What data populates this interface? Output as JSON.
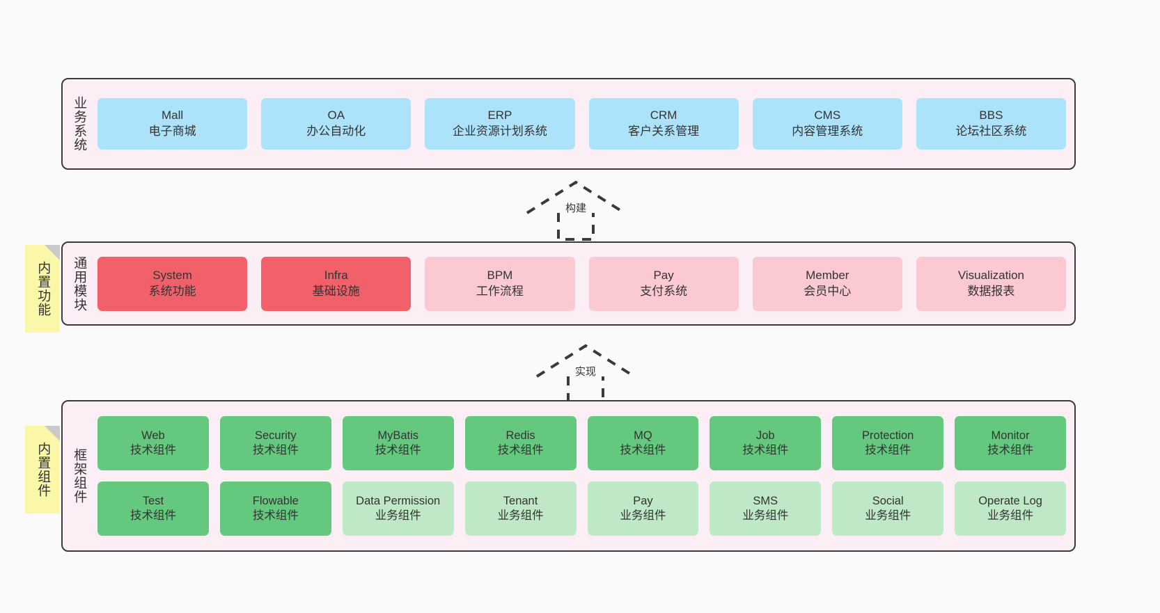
{
  "diagram": {
    "title": "ruoyi-vue-pro architecture layers",
    "background": "#fafafa",
    "colors": {
      "layer_fill": "#fbeef5",
      "layer_border": "#3a3a3a",
      "business_card": "#ace3fb",
      "module_active": "#f2606a",
      "module_plain": "#fbc9d1",
      "tech_component": "#64c97e",
      "biz_component": "#bfe8c6",
      "note_fill": "#fbf7a8",
      "note_fold": "#c9c9c9",
      "text": "#333333"
    }
  },
  "notes": [
    {
      "id": "builtin-features",
      "label": "内置功能"
    },
    {
      "id": "builtin-components",
      "label": "内置组件"
    }
  ],
  "connectors": [
    {
      "id": "build",
      "label": "构建",
      "style": "dashed-generalization",
      "direction": "up"
    },
    {
      "id": "implement",
      "label": "实现",
      "style": "dashed-generalization",
      "direction": "up"
    }
  ],
  "layers": [
    {
      "id": "business-systems",
      "title": "业务系统",
      "rows": [
        {
          "cards": [
            {
              "name": "Mall",
              "desc": "电子商城",
              "color": "blue"
            },
            {
              "name": "OA",
              "desc": "办公自动化",
              "color": "blue"
            },
            {
              "name": "ERP",
              "desc": "企业资源计划系统",
              "color": "blue"
            },
            {
              "name": "CRM",
              "desc": "客户关系管理",
              "color": "blue"
            },
            {
              "name": "CMS",
              "desc": "内容管理系统",
              "color": "blue"
            },
            {
              "name": "BBS",
              "desc": "论坛社区系统",
              "color": "blue"
            }
          ]
        }
      ]
    },
    {
      "id": "common-modules",
      "title": "通用模块",
      "rows": [
        {
          "cards": [
            {
              "name": "System",
              "desc": "系统功能",
              "color": "red"
            },
            {
              "name": "Infra",
              "desc": "基础设施",
              "color": "red"
            },
            {
              "name": "BPM",
              "desc": "工作流程",
              "color": "pink"
            },
            {
              "name": "Pay",
              "desc": "支付系统",
              "color": "pink"
            },
            {
              "name": "Member",
              "desc": "会员中心",
              "color": "pink"
            },
            {
              "name": "Visualization",
              "desc": "数据报表",
              "color": "pink"
            }
          ]
        }
      ]
    },
    {
      "id": "framework-components",
      "title": "框架组件",
      "rows": [
        {
          "cards": [
            {
              "name": "Web",
              "desc": "技术组件",
              "color": "green"
            },
            {
              "name": "Security",
              "desc": "技术组件",
              "color": "green"
            },
            {
              "name": "MyBatis",
              "desc": "技术组件",
              "color": "green"
            },
            {
              "name": "Redis",
              "desc": "技术组件",
              "color": "green"
            },
            {
              "name": "MQ",
              "desc": "技术组件",
              "color": "green"
            },
            {
              "name": "Job",
              "desc": "技术组件",
              "color": "green"
            },
            {
              "name": "Protection",
              "desc": "技术组件",
              "color": "green"
            },
            {
              "name": "Monitor",
              "desc": "技术组件",
              "color": "green"
            }
          ]
        },
        {
          "cards": [
            {
              "name": "Test",
              "desc": "技术组件",
              "color": "green"
            },
            {
              "name": "Flowable",
              "desc": "技术组件",
              "color": "green"
            },
            {
              "name": "Data Permission",
              "desc": "业务组件",
              "color": "lightgreen"
            },
            {
              "name": "Tenant",
              "desc": "业务组件",
              "color": "lightgreen"
            },
            {
              "name": "Pay",
              "desc": "业务组件",
              "color": "lightgreen"
            },
            {
              "name": "SMS",
              "desc": "业务组件",
              "color": "lightgreen"
            },
            {
              "name": "Social",
              "desc": "业务组件",
              "color": "lightgreen"
            },
            {
              "name": "Operate Log",
              "desc": "业务组件",
              "color": "lightgreen"
            }
          ]
        }
      ]
    }
  ]
}
